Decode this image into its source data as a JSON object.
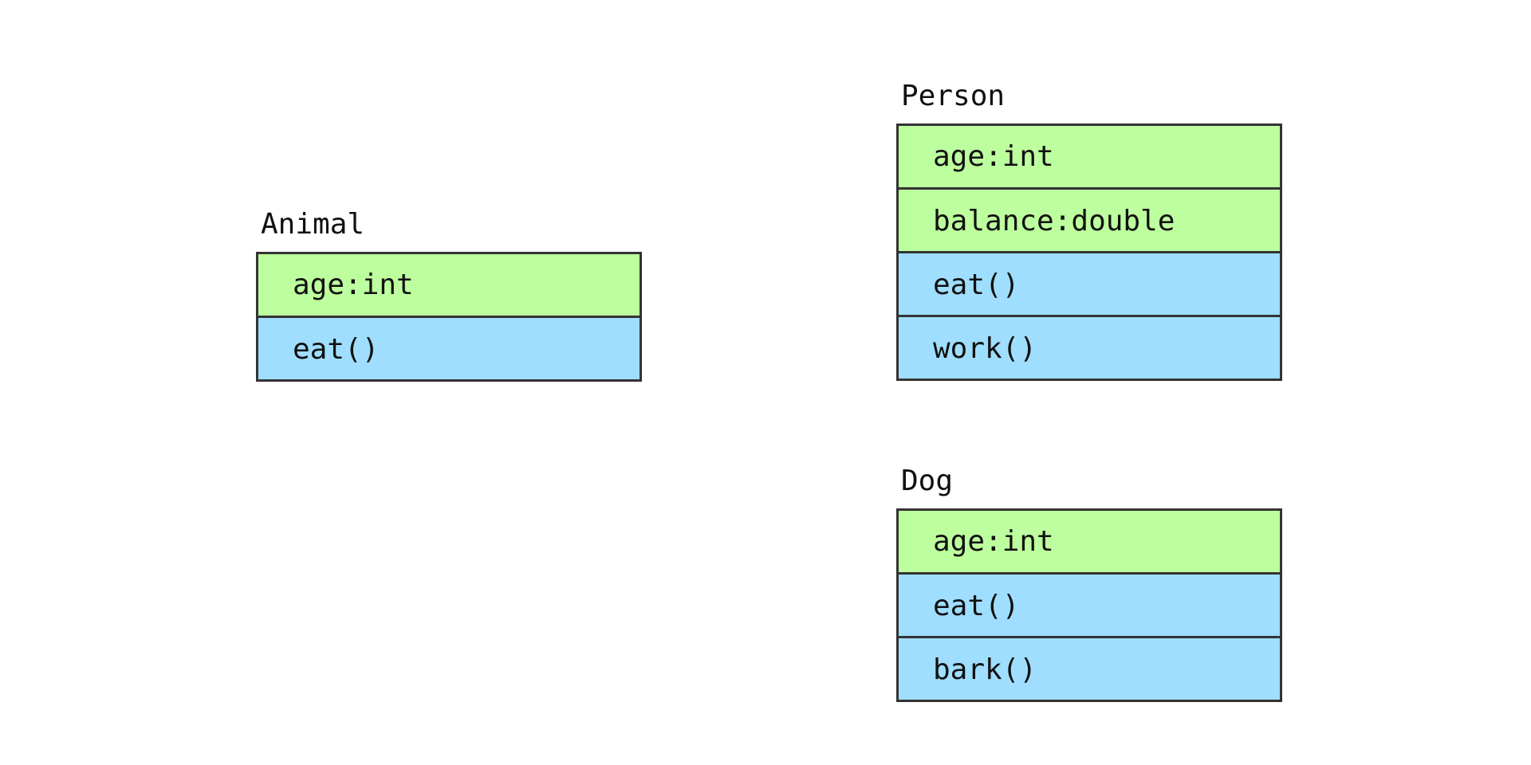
{
  "colors": {
    "field_fill": "#bdfe9e",
    "method_fill": "#9fdefe",
    "border": "#333333"
  },
  "classes": [
    {
      "name": "Animal",
      "fields": [
        "age:int"
      ],
      "methods": [
        "eat()"
      ]
    },
    {
      "name": "Person",
      "fields": [
        "age:int",
        "balance:double"
      ],
      "methods": [
        "eat()",
        "work()"
      ]
    },
    {
      "name": "Dog",
      "fields": [
        "age:int"
      ],
      "methods": [
        "eat()",
        "bark()"
      ]
    }
  ]
}
